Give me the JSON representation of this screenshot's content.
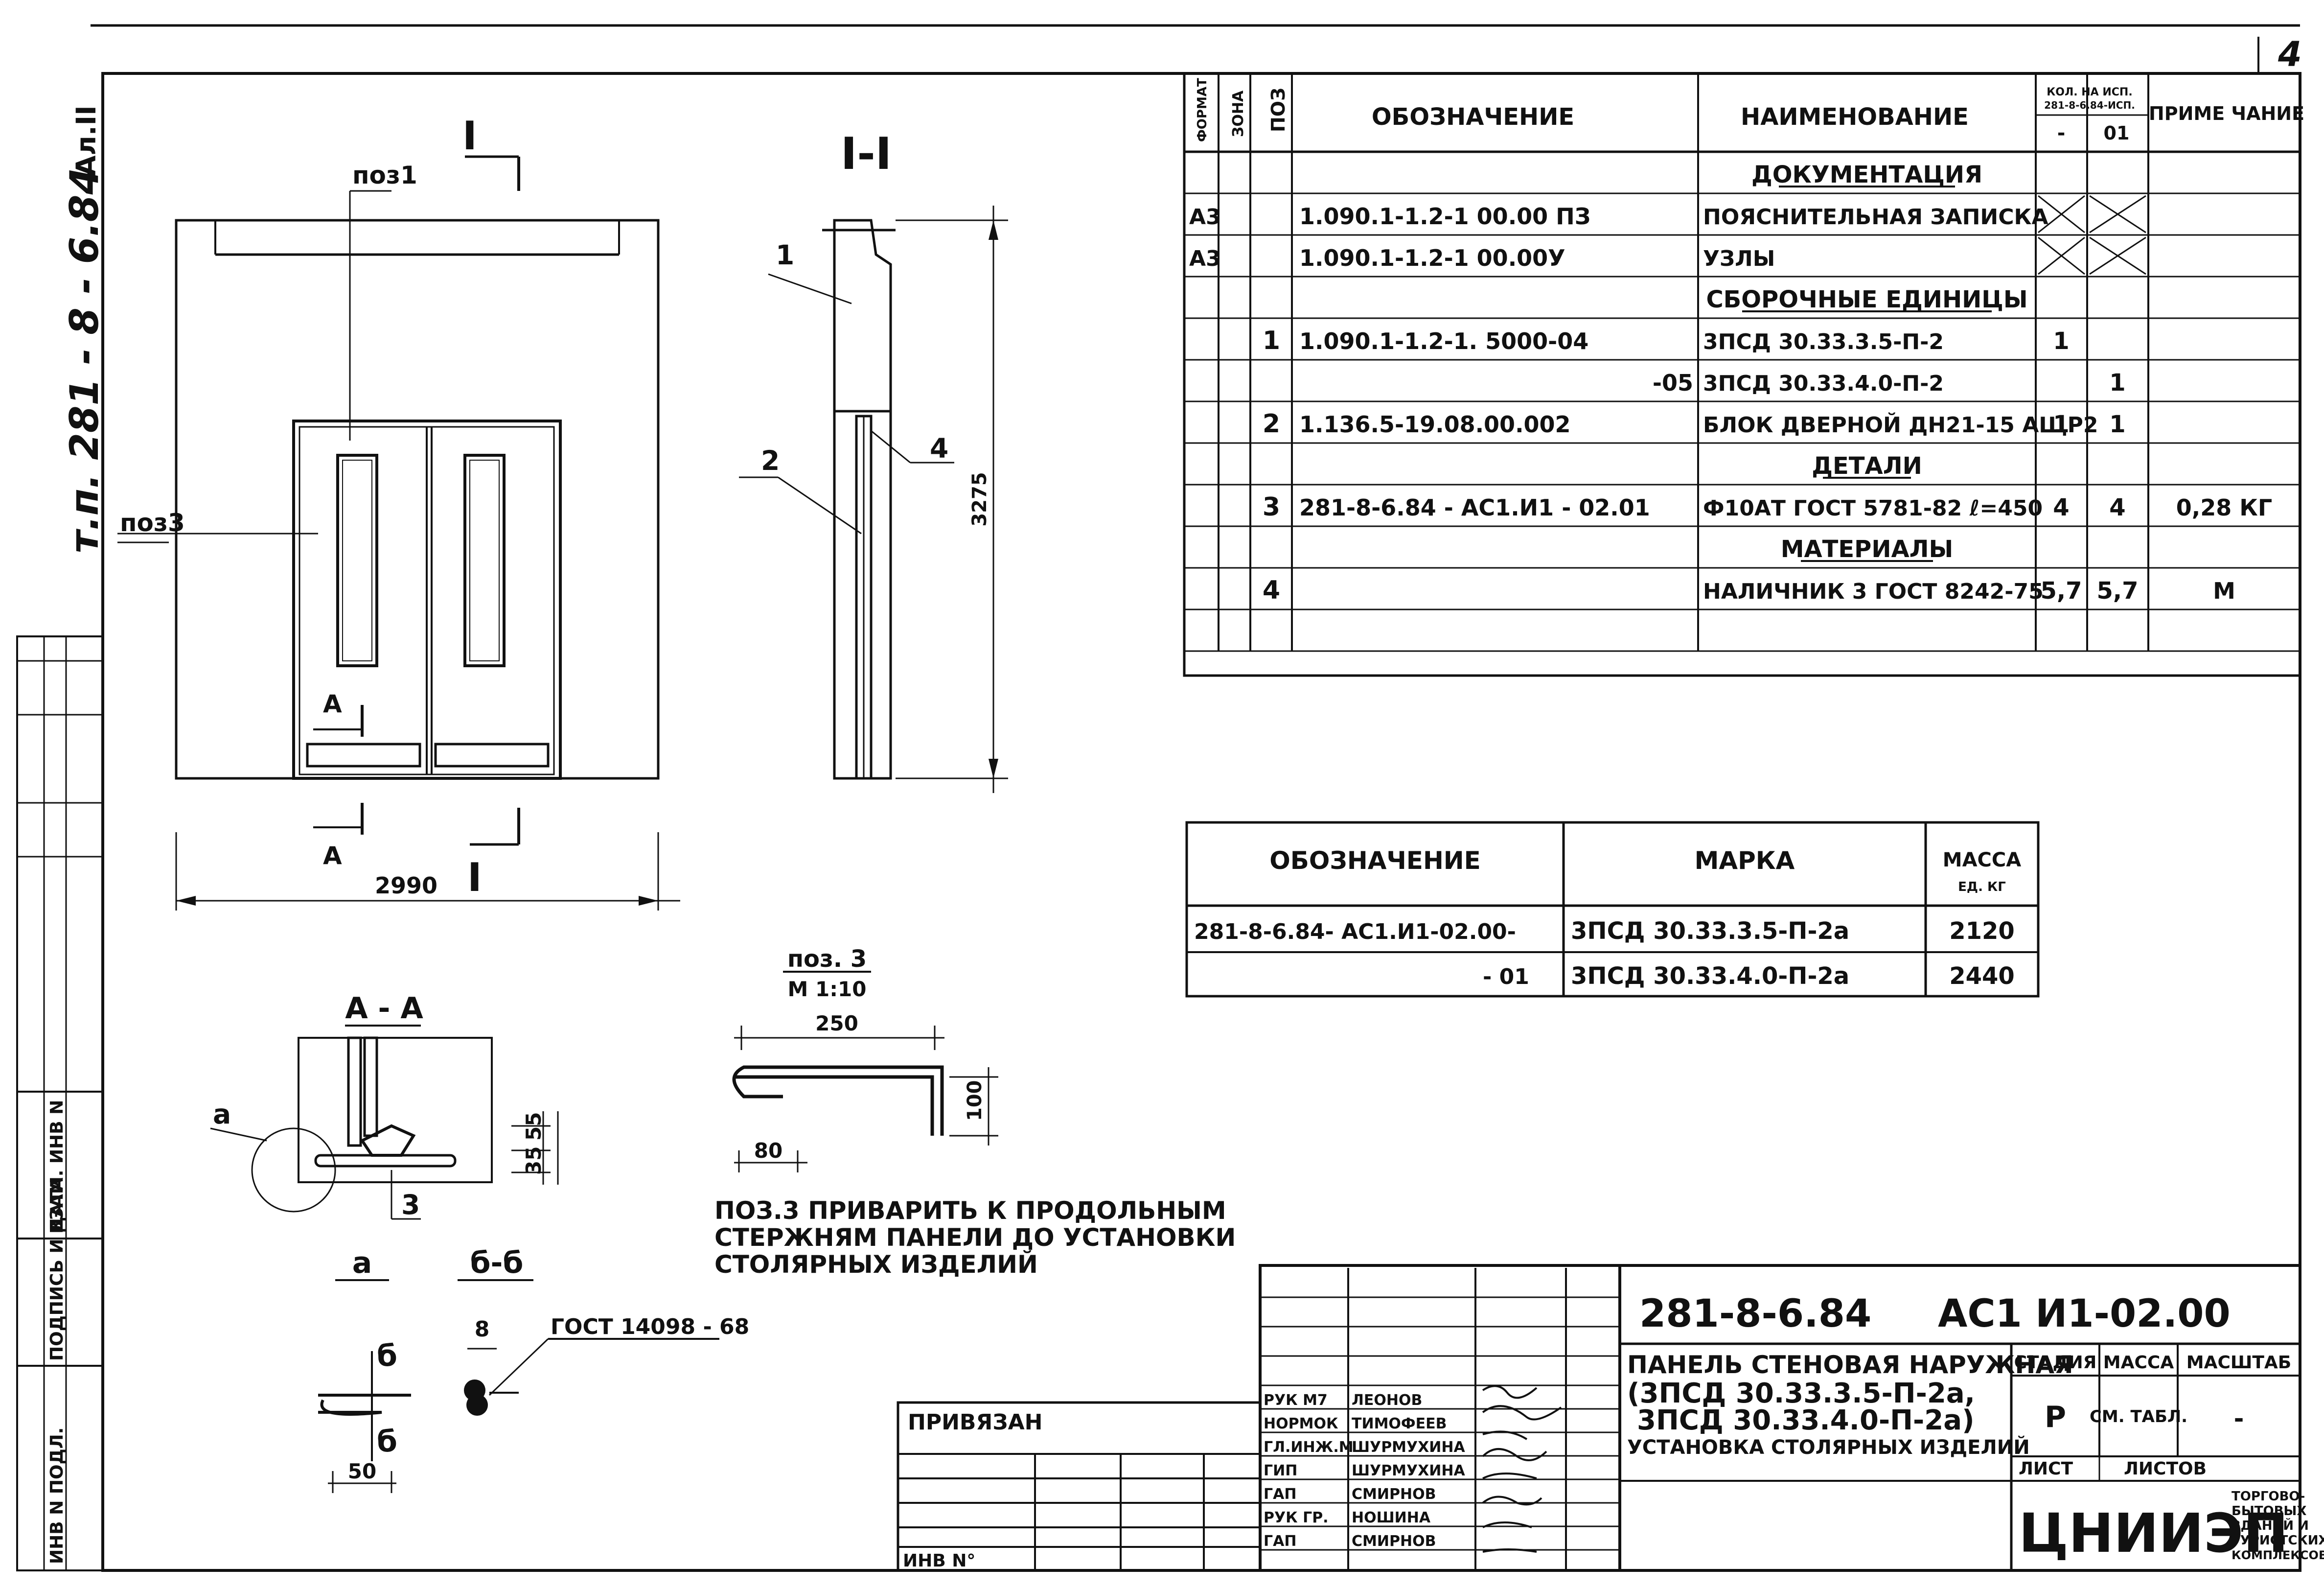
{
  "sheet_number": "4",
  "side": {
    "series": "т.п. 281 - 8 - 6.84",
    "album": "Ал.II",
    "stamp_labels": [
      "ИНВ N ПОДЛ.",
      "ПОДПИСЬ И ДАТА",
      "ВЗАМ. ИНВ N"
    ]
  },
  "front_view": {
    "label_pos1": "поз1",
    "label_pos3": "поз3",
    "section_mark_top": "I",
    "section_mark_bottom": "I",
    "section_a": "А",
    "section_a2": "А",
    "width_dim": "2990"
  },
  "section_view": {
    "title": "I-I",
    "callout_1": "1",
    "callout_2": "2",
    "callout_4": "4",
    "height_dim": "3275"
  },
  "detail_aa": {
    "title": "А - А",
    "callout_a": "а",
    "callout_3": "3",
    "dim_1": "35",
    "dim_2": "55"
  },
  "detail_pos3": {
    "title": "поз. 3",
    "scale": "М 1:10",
    "dim_length": "250",
    "dim_height": "100",
    "dim_hook": "80"
  },
  "detail_a": {
    "title": "а",
    "mark_top": "б",
    "mark_bottom": "б",
    "dim": "50"
  },
  "detail_bb": {
    "title": "б-б",
    "dim": "8",
    "gost": "ГОСТ 14098 - 68"
  },
  "note": [
    "ПОЗ.3 ПРИВАРИТЬ К ПРОДОЛЬНЫМ",
    "СТЕРЖНЯМ ПАНЕЛИ ДО УСТАНОВКИ",
    "СТОЛЯРНЫХ ИЗДЕЛИЙ"
  ],
  "spec_table": {
    "headers": {
      "format": "ФОРМАТ",
      "zone": "ЗОНА",
      "pos": "ПОЗ",
      "designation": "ОБОЗНАЧЕНИЕ",
      "name": "НАИМЕНОВАНИЕ",
      "qty": "КОЛ. НА ИСП.",
      "qty_sub": "281-8-6.84-ИСП.",
      "qty_col1": "-",
      "qty_col2": "01",
      "note": "ПРИМЕ ЧАНИЕ"
    },
    "rows": [
      {
        "format": "",
        "pos": "",
        "designation": "",
        "name": "ДОКУМЕНТАЦИЯ",
        "q1": "",
        "q2": "",
        "note": "",
        "section": true
      },
      {
        "format": "А3",
        "pos": "",
        "designation": "1.090.1-1.2-1 00.00 ПЗ",
        "name": "ПОЯСНИТЕЛЬНАЯ ЗАПИСКА",
        "q1": "",
        "q2": "",
        "note": "",
        "cross": true
      },
      {
        "format": "А3",
        "pos": "",
        "designation": "1.090.1-1.2-1 00.00У",
        "name": "УЗЛЫ",
        "q1": "",
        "q2": "",
        "note": "",
        "cross": true
      },
      {
        "format": "",
        "pos": "",
        "designation": "",
        "name": "СБОРОЧНЫЕ ЕДИНИЦЫ",
        "q1": "",
        "q2": "",
        "note": "",
        "section": true
      },
      {
        "format": "",
        "pos": "1",
        "designation": "1.090.1-1.2-1. 5000-04",
        "name": "3ПСД 30.33.3.5-П-2",
        "q1": "1",
        "q2": "",
        "note": ""
      },
      {
        "format": "",
        "pos": "",
        "designation": "-05",
        "name": "3ПСД 30.33.4.0-П-2",
        "q1": "",
        "q2": "1",
        "note": "",
        "right": true
      },
      {
        "format": "",
        "pos": "2",
        "designation": "1.136.5-19.08.00.002",
        "name": "БЛОК ДВЕРНОЙ ДН21-15 АЩР2",
        "q1": "1",
        "q2": "1",
        "note": ""
      },
      {
        "format": "",
        "pos": "",
        "designation": "",
        "name": "ДЕТАЛИ",
        "q1": "",
        "q2": "",
        "note": "",
        "section": true
      },
      {
        "format": "",
        "pos": "3",
        "designation": "281-8-6.84 - АС1.И1 - 02.01",
        "name": "Ф10АТ ГОСТ 5781-82 ℓ=450",
        "q1": "4",
        "q2": "4",
        "note": "0,28 КГ"
      },
      {
        "format": "",
        "pos": "",
        "designation": "",
        "name": "МАТЕРИАЛЫ",
        "q1": "",
        "q2": "",
        "note": "",
        "section": true
      },
      {
        "format": "",
        "pos": "4",
        "designation": "",
        "name": "НАЛИЧНИК 3 ГОСТ 8242-75",
        "q1": "5,7",
        "q2": "5,7",
        "note": "М"
      },
      {
        "format": "",
        "pos": "",
        "designation": "",
        "name": "",
        "q1": "",
        "q2": "",
        "note": ""
      }
    ]
  },
  "mass_table": {
    "headers": {
      "designation": "ОБОЗНАЧЕНИЕ",
      "mark": "МАРКА",
      "mass": "МАССА",
      "mass_unit": "ЕД. КГ"
    },
    "rows": [
      {
        "designation": "281-8-6.84- АС1.И1-02.00-",
        "mark": "3ПСД 30.33.3.5-П-2а",
        "mass": "2120"
      },
      {
        "designation": "- 01",
        "mark": "3ПСД 30.33.4.0-П-2а",
        "mass": "2440"
      }
    ]
  },
  "title_block": {
    "code": "281-8-6.84     АС1 И1-02.00",
    "title_lines": [
      "ПАНЕЛЬ СТЕНОВАЯ НАРУЖНАЯ",
      "(3ПСД 30.33.3.5-П-2а,",
      "3ПСД 30.33.4.0-П-2а)",
      "УСТАНОВКА СТОЛЯРНЫХ ИЗДЕЛИЙ"
    ],
    "stage_label": "СТАДИЯ",
    "mass_label": "МАССА",
    "scale_label": "МАСШТАБ",
    "stage": "Р",
    "mass": "СМ. ТАБЛ.",
    "scale": "-",
    "sheet_label": "ЛИСТ",
    "sheets_label": "ЛИСТОВ",
    "org": "ЦНИИЭП",
    "org_sub": [
      "ТОРГОВО-",
      "БЫТОВЫХ",
      "ЗДАНИЙ И",
      "ТУРИСТСКИХ",
      "КОМПЛЕКСОВ"
    ],
    "signers": [
      {
        "role": "РУК М7",
        "name": "ЛЕОНОВ"
      },
      {
        "role": "НОРМОК",
        "name": "ТИМОФЕЕВ"
      },
      {
        "role": "ГЛ.ИНЖ.М",
        "name": "ШУРМУХИНА"
      },
      {
        "role": "ГИП",
        "name": "ШУРМУХИНА"
      },
      {
        "role": "ГАП",
        "name": "СМИРНОВ"
      },
      {
        "role": "РУК ГР.",
        "name": "НОШИНА"
      },
      {
        "role": "ГАП",
        "name": "СМИРНОВ"
      }
    ],
    "bound_label": "ПРИВЯЗАН",
    "inv_label": "ИНВ N°"
  }
}
